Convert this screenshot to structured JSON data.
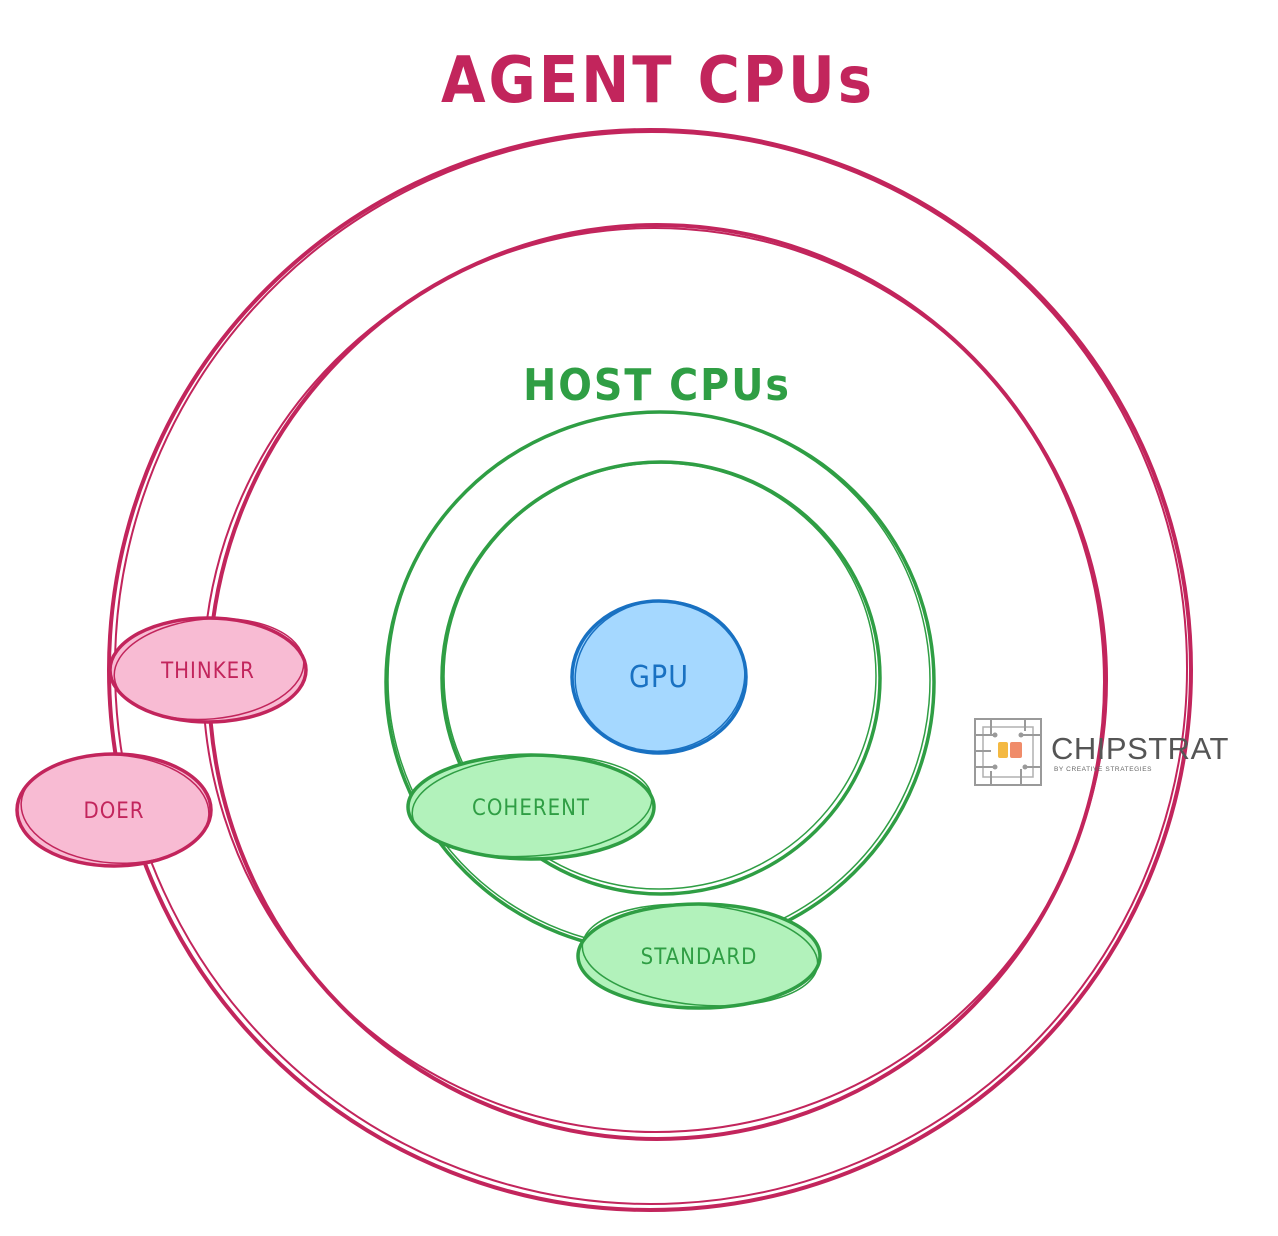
{
  "title": "AGENT CPUs",
  "colors": {
    "agent": "#c2255c",
    "agent_fill": "#f8bbd3",
    "host": "#2f9e44",
    "host_fill": "#b2f2bb",
    "gpu": "#1971c2",
    "gpu_fill": "#a5d8ff",
    "logo": "#555555"
  },
  "agent": {
    "label": "AGENT CPUs",
    "nodes": [
      {
        "label": "THINKER"
      },
      {
        "label": "DOER"
      }
    ]
  },
  "host": {
    "label": "HOST CPUs",
    "nodes": [
      {
        "label": "COHERENT"
      },
      {
        "label": "STANDARD"
      }
    ]
  },
  "core": {
    "label": "GPU"
  },
  "logo": {
    "name": "CHIPSTRAT",
    "tagline": "BY CREATIVE STRATEGIES",
    "icon": "circuit-chip-icon"
  }
}
